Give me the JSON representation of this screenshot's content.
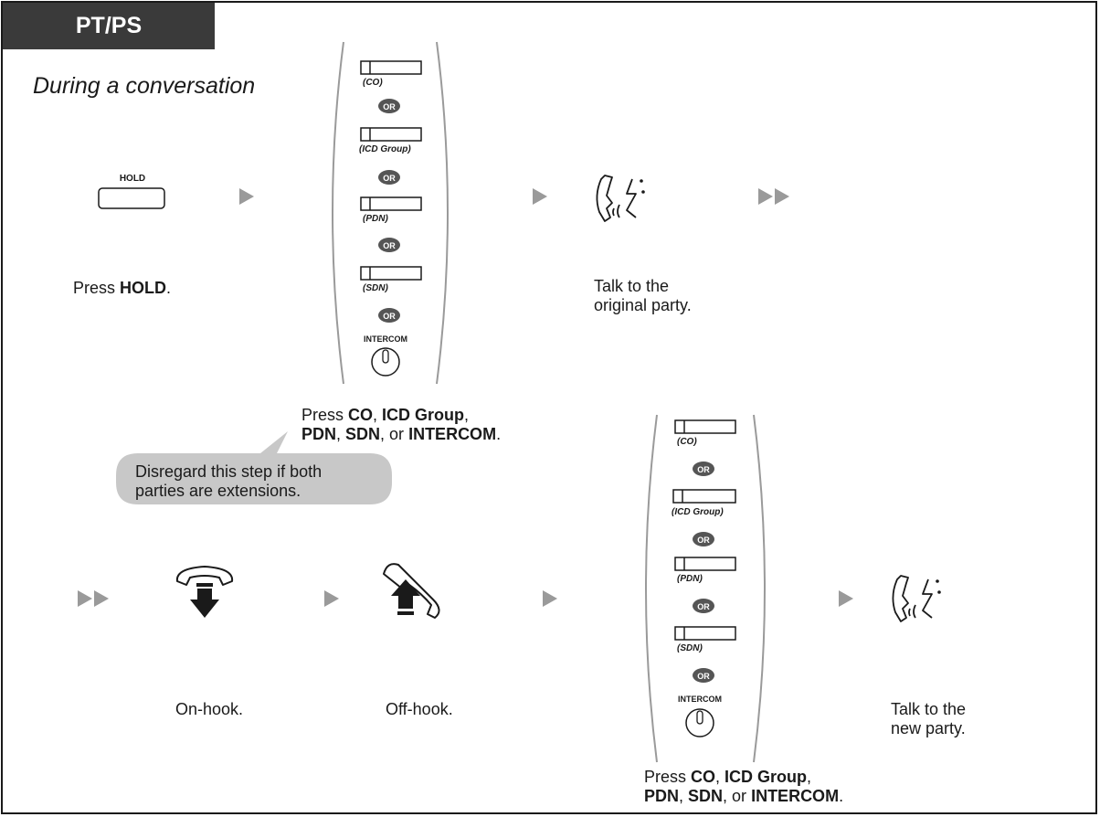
{
  "header": {
    "tab_label": "PT/PS"
  },
  "context": "During a conversation",
  "row1": {
    "hold_button_label": "HOLD",
    "hold_caption_pre": "Press ",
    "hold_caption_bold": "HOLD",
    "hold_caption_post": ".",
    "talk_caption_line1": "Talk to the",
    "talk_caption_line2": "original party."
  },
  "key_group": {
    "keys": [
      "(CO)",
      "(ICD Group)",
      "(PDN)",
      "(SDN)"
    ],
    "or_label": "OR",
    "intercom_label": "INTERCOM"
  },
  "press_caption": {
    "p1": "Press ",
    "b1": "CO",
    "p2": ", ",
    "b2": "ICD Group",
    "p3": ",",
    "b3": "PDN",
    "p4": ", ",
    "b4": "SDN",
    "p5": ", or ",
    "b5": "INTERCOM",
    "p6": "."
  },
  "note_bubble": {
    "line1": "Disregard this step if both",
    "line2": "parties are extensions."
  },
  "row2": {
    "onhook_caption": "On-hook.",
    "offhook_caption": "Off-hook.",
    "talk_caption_line1": "Talk to the",
    "talk_caption_line2": "new party."
  },
  "colors": {
    "tab_bg": "#3a3a3a",
    "arrow": "#9a9a9a",
    "bubble": "#c8c8c8",
    "or_badge": "#555555"
  }
}
